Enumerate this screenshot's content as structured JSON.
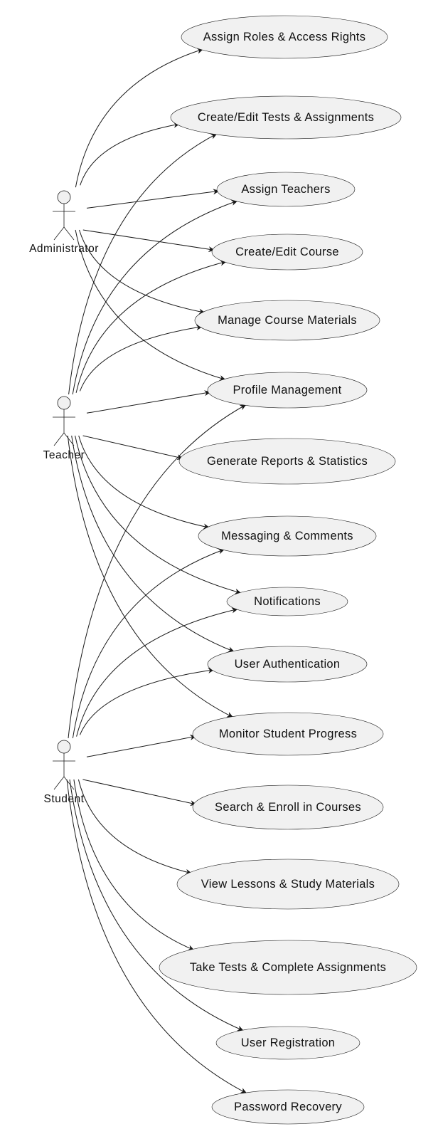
{
  "actors": [
    {
      "id": "administrator",
      "label": "Administrator"
    },
    {
      "id": "teacher",
      "label": "Teacher"
    },
    {
      "id": "student",
      "label": "Student"
    }
  ],
  "use_cases": [
    {
      "id": "assign-roles",
      "label": "Assign Roles & Access Rights"
    },
    {
      "id": "create-edit-tests",
      "label": "Create/Edit Tests & Assignments"
    },
    {
      "id": "assign-teachers",
      "label": "Assign Teachers"
    },
    {
      "id": "create-edit-course",
      "label": "Create/Edit Course"
    },
    {
      "id": "manage-materials",
      "label": "Manage Course Materials"
    },
    {
      "id": "profile-management",
      "label": "Profile Management"
    },
    {
      "id": "generate-reports",
      "label": "Generate Reports & Statistics"
    },
    {
      "id": "messaging",
      "label": "Messaging & Comments"
    },
    {
      "id": "notifications",
      "label": "Notifications"
    },
    {
      "id": "user-authentication",
      "label": "User Authentication"
    },
    {
      "id": "monitor-progress",
      "label": "Monitor Student Progress"
    },
    {
      "id": "search-enroll",
      "label": "Search & Enroll in Courses"
    },
    {
      "id": "view-lessons",
      "label": "View Lessons & Study Materials"
    },
    {
      "id": "take-tests",
      "label": "Take Tests & Complete Assignments"
    },
    {
      "id": "user-registration",
      "label": "User Registration"
    },
    {
      "id": "password-recovery",
      "label": "Password Recovery"
    }
  ],
  "associations": [
    {
      "from": "administrator",
      "to": "assign-roles"
    },
    {
      "from": "administrator",
      "to": "create-edit-tests"
    },
    {
      "from": "administrator",
      "to": "assign-teachers"
    },
    {
      "from": "administrator",
      "to": "create-edit-course"
    },
    {
      "from": "administrator",
      "to": "manage-materials"
    },
    {
      "from": "administrator",
      "to": "profile-management"
    },
    {
      "from": "teacher",
      "to": "create-edit-tests"
    },
    {
      "from": "teacher",
      "to": "assign-teachers"
    },
    {
      "from": "teacher",
      "to": "create-edit-course"
    },
    {
      "from": "teacher",
      "to": "manage-materials"
    },
    {
      "from": "teacher",
      "to": "profile-management"
    },
    {
      "from": "teacher",
      "to": "generate-reports"
    },
    {
      "from": "teacher",
      "to": "messaging"
    },
    {
      "from": "teacher",
      "to": "notifications"
    },
    {
      "from": "teacher",
      "to": "user-authentication"
    },
    {
      "from": "teacher",
      "to": "monitor-progress"
    },
    {
      "from": "student",
      "to": "profile-management"
    },
    {
      "from": "student",
      "to": "messaging"
    },
    {
      "from": "student",
      "to": "notifications"
    },
    {
      "from": "student",
      "to": "user-authentication"
    },
    {
      "from": "student",
      "to": "monitor-progress"
    },
    {
      "from": "student",
      "to": "search-enroll"
    },
    {
      "from": "student",
      "to": "view-lessons"
    },
    {
      "from": "student",
      "to": "take-tests"
    },
    {
      "from": "student",
      "to": "user-registration"
    },
    {
      "from": "student",
      "to": "password-recovery"
    }
  ]
}
